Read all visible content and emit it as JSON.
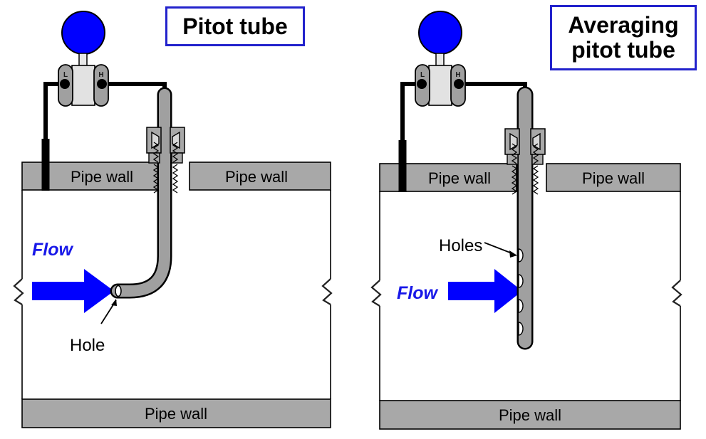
{
  "diagram": {
    "type": "technical-illustration",
    "subject": "Pitot tube vs averaging pitot tube flow measurement installation",
    "background_color": "#ffffff"
  },
  "colors": {
    "flow_blue": "#0000ff",
    "title_border_blue": "#2222cc",
    "flow_label_blue": "#1818e8",
    "pipe_wall_gray": "#a8a8a8",
    "tube_gray": "#a0a0a0",
    "transmitter_body_gray": "#e0e0e0",
    "transmitter_flange_gray": "#a0a0a0",
    "outline_black": "#000000"
  },
  "panels": [
    {
      "id": "left",
      "title": "Pitot tube",
      "transmitter": {
        "head_shape": "circle",
        "head_color": "#0000ff",
        "low_port_label": "L",
        "high_port_label": "H"
      },
      "pipe_walls": [
        {
          "label": "Pipe wall",
          "position": "top-left"
        },
        {
          "label": "Pipe wall",
          "position": "top-right"
        },
        {
          "label": "Pipe wall",
          "position": "bottom"
        }
      ],
      "flow_label": "Flow",
      "annotations": [
        {
          "label": "Hole",
          "target": "tube-opening"
        }
      ],
      "probe": {
        "style": "L-shaped bent tube",
        "opening_count": 1
      }
    },
    {
      "id": "right",
      "title": "Averaging\npitot tube",
      "transmitter": {
        "head_shape": "circle",
        "head_color": "#0000ff",
        "low_port_label": "L",
        "high_port_label": "H"
      },
      "pipe_walls": [
        {
          "label": "Pipe wall",
          "position": "top-left"
        },
        {
          "label": "Pipe wall",
          "position": "top-right"
        },
        {
          "label": "Pipe wall",
          "position": "bottom"
        }
      ],
      "flow_label": "Flow",
      "annotations": [
        {
          "label": "Holes",
          "target": "probe-holes"
        }
      ],
      "probe": {
        "style": "straight insertion rod",
        "opening_count": 4
      }
    }
  ]
}
